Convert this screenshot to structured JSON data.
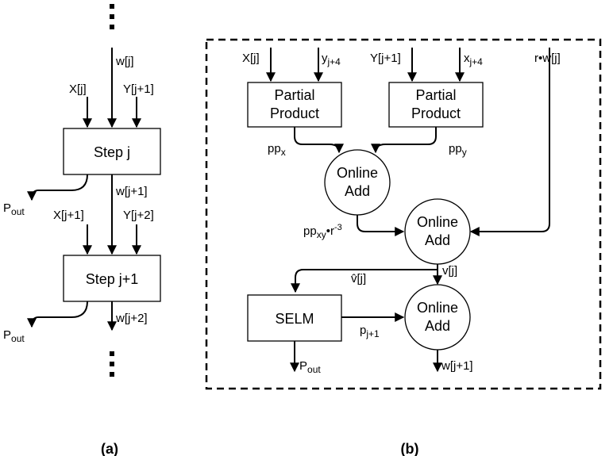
{
  "panel_a": {
    "caption": "(a)",
    "step_j": "Step j",
    "step_j1": "Step j+1",
    "w_j": "w[j]",
    "x_j": "X[j]",
    "y_j1": "Y[j+1]",
    "w_j1": "w[j+1]",
    "x_j1": "X[j+1]",
    "y_j2": "Y[j+2]",
    "w_j2": "w[j+2]",
    "p_out_1": {
      "base": "P",
      "sub": "out"
    },
    "p_out_2": {
      "base": "P",
      "sub": "out"
    }
  },
  "panel_b": {
    "caption": "(b)",
    "pp_left": [
      "Partial",
      "Product"
    ],
    "pp_right": [
      "Partial",
      "Product"
    ],
    "add_1": [
      "Online",
      "Add"
    ],
    "add_2": [
      "Online",
      "Add"
    ],
    "add_3": [
      "Online",
      "Add"
    ],
    "selm": "SELM",
    "x_j": "X[j]",
    "y_j4": {
      "base": "y",
      "sub": "j+4"
    },
    "y_j1": "Y[j+1]",
    "x_j4": {
      "base": "x",
      "sub": "j+4"
    },
    "r_w_j": "r•w[j]",
    "pp_x": {
      "base": "pp",
      "sub": "x"
    },
    "pp_y": {
      "base": "pp",
      "sub": "y"
    },
    "pp_xy": {
      "base": "pp",
      "sub": "xy",
      "tail": "•r",
      "sup": "-3"
    },
    "v_hat_j": "v̂[j]",
    "v_j": "v[j]",
    "p_j1": {
      "base": "p",
      "sub": "j+1"
    },
    "p_out": {
      "base": "P",
      "sub": "out"
    },
    "w_j1": "w[j+1]"
  }
}
